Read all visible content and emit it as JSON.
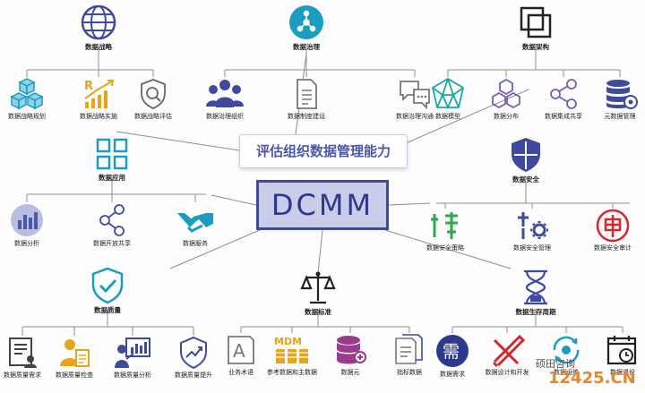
{
  "center": {
    "title": "评估组织数据管理能力",
    "main": "DCMM"
  },
  "categories": {
    "strategy": {
      "label": "数据战略",
      "icon": "globe-icon",
      "items": [
        {
          "label": "数据战略规划",
          "icon": "cubes-icon"
        },
        {
          "label": "数据战略实施",
          "icon": "growth-chart-icon"
        },
        {
          "label": "数据战略评估",
          "icon": "search-shield-icon"
        }
      ]
    },
    "governance": {
      "label": "数据治理",
      "icon": "network-node-icon",
      "items": [
        {
          "label": "数据治理组织",
          "icon": "team-icon"
        },
        {
          "label": "数据制度建设",
          "icon": "document-icon"
        },
        {
          "label": "数据治理沟通",
          "icon": "chat-icon"
        }
      ]
    },
    "architecture": {
      "label": "数据架构",
      "icon": "layers-icon",
      "items": [
        {
          "label": "数据模型",
          "icon": "prism-icon"
        },
        {
          "label": "数据分布",
          "icon": "hexagons-icon"
        },
        {
          "label": "数据集成共享",
          "icon": "share-icon"
        },
        {
          "label": "元数据管理",
          "icon": "database-icon"
        }
      ]
    },
    "application": {
      "label": "数据应用",
      "icon": "grid-icon",
      "items": [
        {
          "label": "数据分析",
          "icon": "bar-chart-icon"
        },
        {
          "label": "数据开放共享",
          "icon": "share-icon"
        },
        {
          "label": "数据服务",
          "icon": "handshake-icon"
        }
      ]
    },
    "security": {
      "label": "数据安全",
      "icon": "shield-icon",
      "items": [
        {
          "label": "数据安全策略",
          "icon": "strategy-icon"
        },
        {
          "label": "数据安全管理",
          "icon": "settings-icon"
        },
        {
          "label": "数据安全审计",
          "icon": "audit-icon"
        }
      ]
    },
    "quality": {
      "label": "数据质量",
      "icon": "shield-check-icon",
      "items": [
        {
          "label": "数据质量需求",
          "icon": "requirement-icon"
        },
        {
          "label": "数据质量检查",
          "icon": "inspect-icon"
        },
        {
          "label": "数据质量分析",
          "icon": "presentation-icon"
        },
        {
          "label": "数据质量提升",
          "icon": "improve-icon"
        }
      ]
    },
    "standard": {
      "label": "数据标准",
      "icon": "scale-icon",
      "items": [
        {
          "label": "业务术语",
          "icon": "letter-a-icon"
        },
        {
          "label": "参考数据和主数据",
          "icon": "mdm-icon"
        },
        {
          "label": "数据元",
          "icon": "data-element-icon"
        },
        {
          "label": "指标数据",
          "icon": "indicator-icon"
        }
      ]
    },
    "lifecycle": {
      "label": "数据生存周期",
      "icon": "hourglass-icon",
      "items": [
        {
          "label": "数据需求",
          "icon": "demand-icon"
        },
        {
          "label": "数据设计和开发",
          "icon": "design-icon"
        },
        {
          "label": "数据运维",
          "icon": "operations-icon"
        },
        {
          "label": "数据退役",
          "icon": "retire-icon"
        }
      ]
    }
  },
  "watermark": {
    "text1": "硕田咨询",
    "text2": "12425.CN"
  },
  "colors": {
    "primary": "#3d4aa0",
    "accent": "#1a9dbf",
    "teal": "#17a9a3",
    "green": "#2fa84f",
    "red": "#d9262b",
    "gold": "#e8a51a",
    "connector": "#8a8a8a"
  }
}
